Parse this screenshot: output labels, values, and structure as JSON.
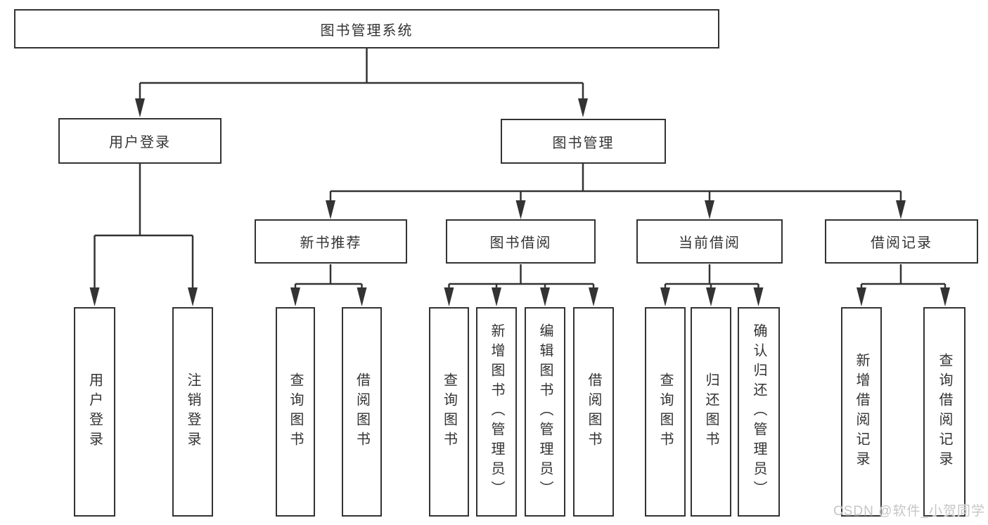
{
  "colors": {
    "line": "#333333",
    "box_border": "#333333",
    "box_background": "#ffffff",
    "text": "#333333",
    "watermark": "#c6c6c6"
  },
  "tree": {
    "root": {
      "label": "图书管理系统"
    },
    "branches": [
      {
        "label": "用户登录",
        "children": [
          {
            "label": "用户登录"
          },
          {
            "label": "注销登录"
          }
        ]
      },
      {
        "label": "图书管理",
        "groups": [
          {
            "label": "新书推荐",
            "children": [
              {
                "label": "查询图书"
              },
              {
                "label": "借阅图书"
              }
            ]
          },
          {
            "label": "图书借阅",
            "children": [
              {
                "label": "查询图书"
              },
              {
                "label": "新增图书（管理员）"
              },
              {
                "label": "编辑图书（管理员）"
              },
              {
                "label": "借阅图书"
              }
            ]
          },
          {
            "label": "当前借阅",
            "children": [
              {
                "label": "查询图书"
              },
              {
                "label": "归还图书"
              },
              {
                "label": "确认归还（管理员）"
              }
            ]
          },
          {
            "label": "借阅记录",
            "children": [
              {
                "label": "新增借阅记录"
              },
              {
                "label": "查询借阅记录"
              }
            ]
          }
        ]
      }
    ]
  },
  "watermark": {
    "text": "CSDN @软件_小贺同学"
  }
}
